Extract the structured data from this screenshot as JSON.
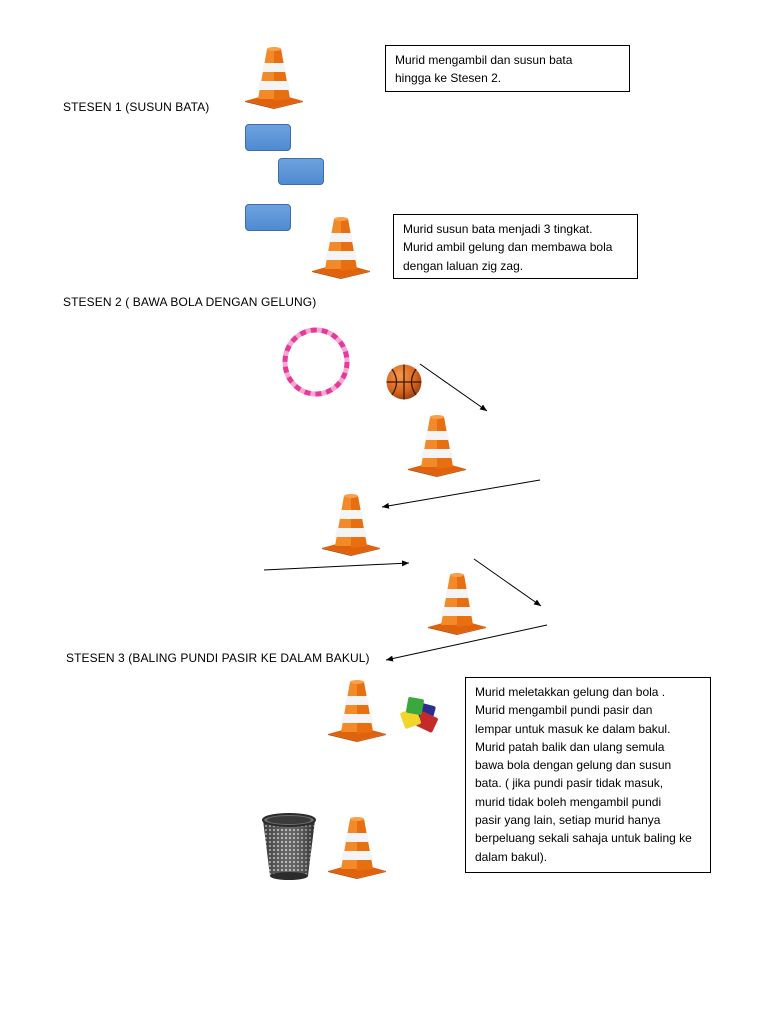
{
  "stations": [
    {
      "label": "STESEN 1 (SUSUN BATA)"
    },
    {
      "label": "STESEN 2   ( BAWA BOLA DENGAN GELUNG)"
    },
    {
      "label": "STESEN 3 (BALING PUNDI PASIR KE DALAM BAKUL)"
    }
  ],
  "notes": [
    {
      "lines": [
        "Murid mengambil dan susun bata",
        "hingga ke Stesen 2."
      ]
    },
    {
      "lines": [
        "Murid susun bata menjadi 3 tingkat.",
        "Murid ambil gelung dan membawa bola",
        "dengan laluan zig zag."
      ]
    },
    {
      "lines": [
        "Murid meletakkan gelung dan bola .",
        "Murid mengambil pundi pasir dan",
        "lempar untuk masuk ke dalam bakul.",
        "Murid patah balik dan ulang semula",
        "bawa bola dengan gelung dan susun",
        "bata. ( jika pundi pasir tidak masuk,",
        "murid tidak boleh mengambil pundi",
        "pasir yang lain, setiap murid hanya",
        "berpeluang sekali sahaja untuk baling ke",
        "dalam bakul)."
      ]
    }
  ],
  "colors": {
    "cone": "#f07a1a",
    "brick": "#5b93d6",
    "hoop": "#e6399b",
    "ball": "#d9661e"
  },
  "icons": [
    "traffic-cone-icon",
    "brick-icon",
    "hoop-icon",
    "basketball-icon",
    "beanbag-icon",
    "wastebasket-icon",
    "arrow-icon"
  ]
}
